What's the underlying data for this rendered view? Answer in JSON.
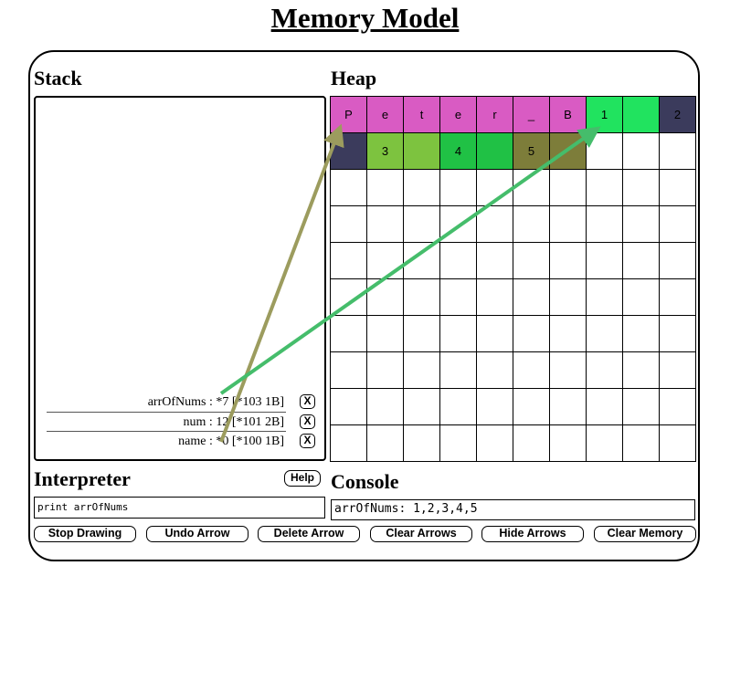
{
  "title": "Memory Model",
  "stack": {
    "heading": "Stack",
    "variables": [
      {
        "text": "arrOfNums : *7 [*103 1B]",
        "delete_label": "X"
      },
      {
        "text": "num : 12 [*101 2B]",
        "delete_label": "X"
      },
      {
        "text": "name : *0 [*100 1B]",
        "delete_label": "X"
      }
    ]
  },
  "heap": {
    "heading": "Heap",
    "cells": [
      {
        "text": "P",
        "color": "#d95bc3"
      },
      {
        "text": "e",
        "color": "#d95bc3"
      },
      {
        "text": "t",
        "color": "#d95bc3"
      },
      {
        "text": "e",
        "color": "#d95bc3"
      },
      {
        "text": "r",
        "color": "#d95bc3"
      },
      {
        "text": "_",
        "color": "#d95bc3"
      },
      {
        "text": "B",
        "color": "#d95bc3"
      },
      {
        "text": "1",
        "color": "#21e35f"
      },
      {
        "text": "",
        "color": "#21e35f"
      },
      {
        "text": "2",
        "color": "#3b3b5c"
      },
      {
        "text": "",
        "color": "#3b3b5c"
      },
      {
        "text": "3",
        "color": "#7dc33f"
      },
      {
        "text": "",
        "color": "#7dc33f"
      },
      {
        "text": "4",
        "color": "#20c145"
      },
      {
        "text": "",
        "color": "#20c145"
      },
      {
        "text": "5",
        "color": "#7d7d3a"
      },
      {
        "text": "",
        "color": "#7d7d3a"
      }
    ]
  },
  "arrows": [
    {
      "from": "name",
      "to_cell": 0,
      "color": "#9c9c5e"
    },
    {
      "from": "arrOfNums",
      "to_cell": 7,
      "color": "#45bd6b"
    }
  ],
  "interpreter": {
    "heading": "Interpreter",
    "help_label": "Help",
    "input_value": "print arrOfNums"
  },
  "console": {
    "heading": "Console",
    "output": "arrOfNums: 1,2,3,4,5"
  },
  "controls": {
    "stop_drawing": "Stop Drawing",
    "undo_arrow": "Undo Arrow",
    "delete_arrow": "Delete Arrow",
    "clear_arrows": "Clear Arrows",
    "hide_arrows": "Hide Arrows",
    "clear_memory": "Clear Memory"
  }
}
